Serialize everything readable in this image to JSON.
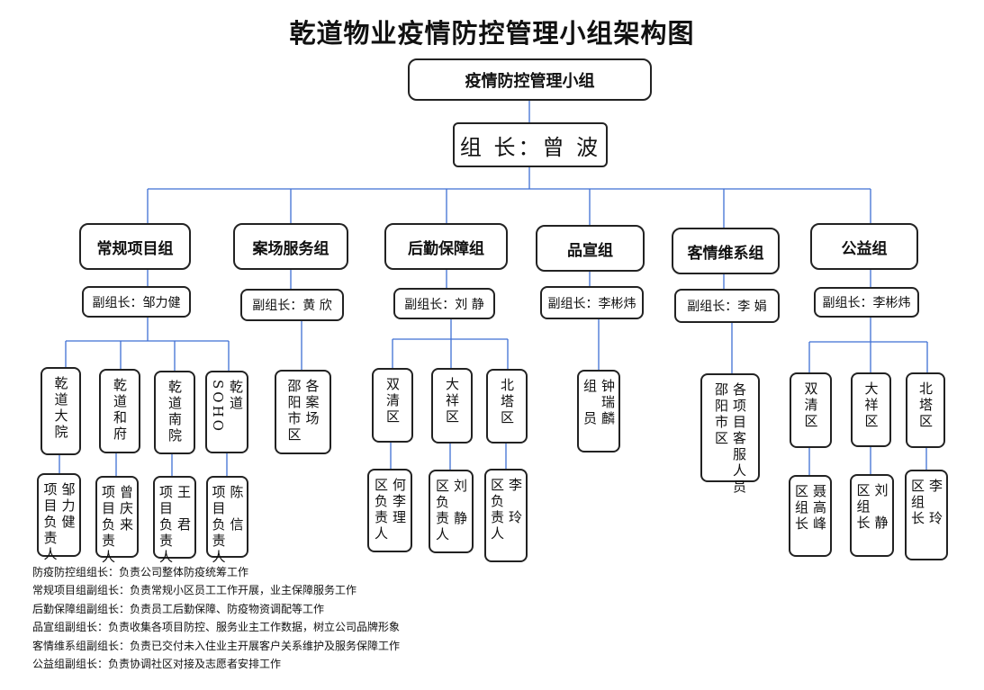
{
  "title": "乾道物业疫情防控管理小组架构图",
  "top": {
    "committee": "疫情防控管理小组",
    "leader": "组 长：曾 波"
  },
  "groups": [
    {
      "name": "常规项目组",
      "deputy": "副组长：邹力健",
      "units": [
        {
          "name": "乾道大院",
          "person": "邹力健\n项目负责人"
        },
        {
          "name": "乾道和府",
          "person": "曾庆来\n项目负责人"
        },
        {
          "name": "乾道南院",
          "person": "王　君\n项目负责人"
        },
        {
          "name": "乾道SOHO",
          "person": "陈　信\n项目负责人"
        }
      ]
    },
    {
      "name": "案场服务组",
      "deputy": "副组长：黄 欣",
      "units": [
        {
          "name": "",
          "person": "各案场\n邵阳市区"
        }
      ]
    },
    {
      "name": "后勤保障组",
      "deputy": "副组长：刘 静",
      "units": [
        {
          "name": "双清区",
          "person": "何李理\n区负责人"
        },
        {
          "name": "大祥区",
          "person": "刘　静\n区负责人"
        },
        {
          "name": "北塔区",
          "person": "李　玲\n区负责人"
        }
      ]
    },
    {
      "name": "品宣组",
      "deputy": "副组长：李彬炜",
      "units": [
        {
          "name": "",
          "person": "钟瑞麟\n组　员"
        }
      ]
    },
    {
      "name": "客情维系组",
      "deputy": "副组长：李 娟",
      "units": [
        {
          "name": "",
          "person": "各项目客服人员\n邵阳市区"
        }
      ]
    },
    {
      "name": "公益组",
      "deputy": "副组长：李彬炜",
      "units": [
        {
          "name": "双清区",
          "person": "聂高峰\n区组长"
        },
        {
          "name": "大祥区",
          "person": "刘　静\n区组长"
        },
        {
          "name": "北塔区",
          "person": "李　玲\n区组长"
        }
      ]
    }
  ],
  "duties": [
    "防疫防控组组长：负责公司整体防疫统筹工作",
    "常规项目组副组长：负责常规小区员工工作开展，业主保障服务工作",
    "后勤保障组副组长：负责员工后勤保障、防疫物资调配等工作",
    "品宣组副组长：负责收集各项目防控、服务业主工作数据，树立公司品牌形象",
    "客情维系组副组长：负责已交付未入住业主开展客户关系维护及服务保障工作",
    "公益组副组长：负责协调社区对接及志愿者安排工作"
  ],
  "colors": {
    "connector": "#3f6fd4",
    "border": "#222222"
  }
}
